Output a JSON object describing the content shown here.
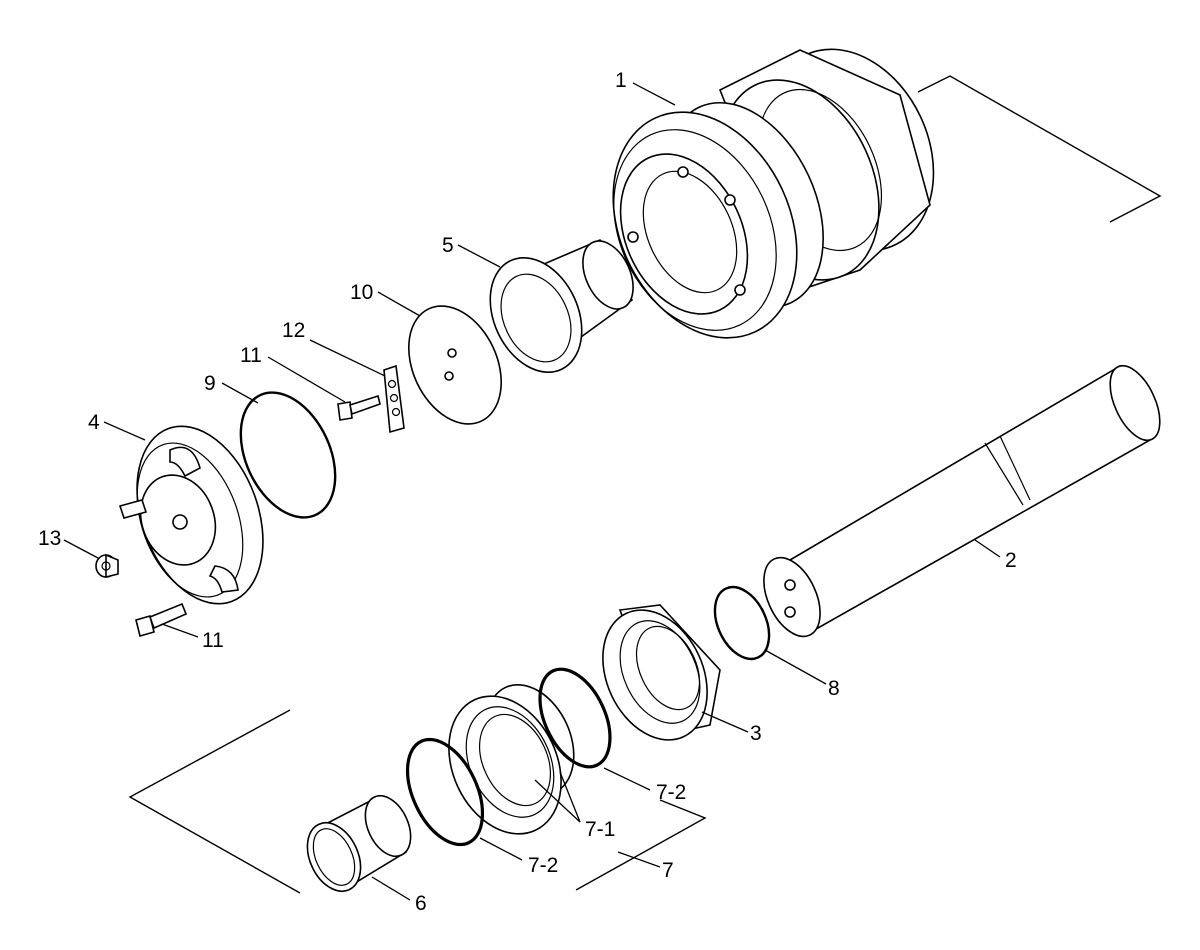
{
  "callouts": {
    "p1": "1",
    "p2": "2",
    "p3": "3",
    "p4": "4",
    "p5": "5",
    "p6": "6",
    "p7": "7",
    "p7_1": "7-1",
    "p7_2_upper": "7-2",
    "p7_2_lower": "7-2",
    "p8": "8",
    "p9": "9",
    "p10": "10",
    "p11_upper": "11",
    "p11_lower": "11",
    "p12": "12",
    "p13": "13"
  }
}
